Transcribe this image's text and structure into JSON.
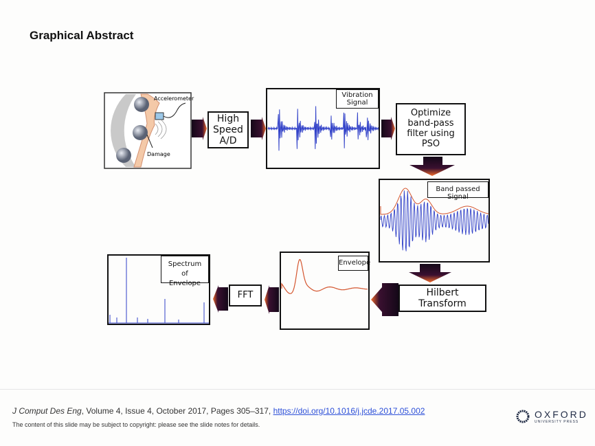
{
  "title": "Graphical Abstract",
  "diagram": {
    "bearing": {
      "accelerometer_label": "Accelerometer",
      "damage_label": "Damage"
    },
    "high_speed_ad": "High Speed A/D",
    "vibration_signal": "Vibration Signal",
    "optimize": "Optimize band-pass filter using PSO",
    "band_passed": "Band passed Signal",
    "hilbert": "Hilbert Transform",
    "envelope": "Envelope",
    "fft": "FFT",
    "spectrum": "Spectrum of Envelope",
    "colors": {
      "signal": "#3040c8",
      "envelope": "#d4552e",
      "arrow_dark": "#1a0a2a",
      "arrow_tip": "#f0602a"
    }
  },
  "footer": {
    "journal": "J Comput Des Eng",
    "citation": ", Volume 4, Issue 4, October 2017, Pages 305–317, ",
    "doi": "https://doi.org/10.1016/j.jcde.2017.05.002",
    "copyright": "The content of this slide may be subject to copyright: please see the slide notes for details.",
    "publisher": "OXFORD",
    "publisher_sub": "UNIVERSITY PRESS"
  }
}
